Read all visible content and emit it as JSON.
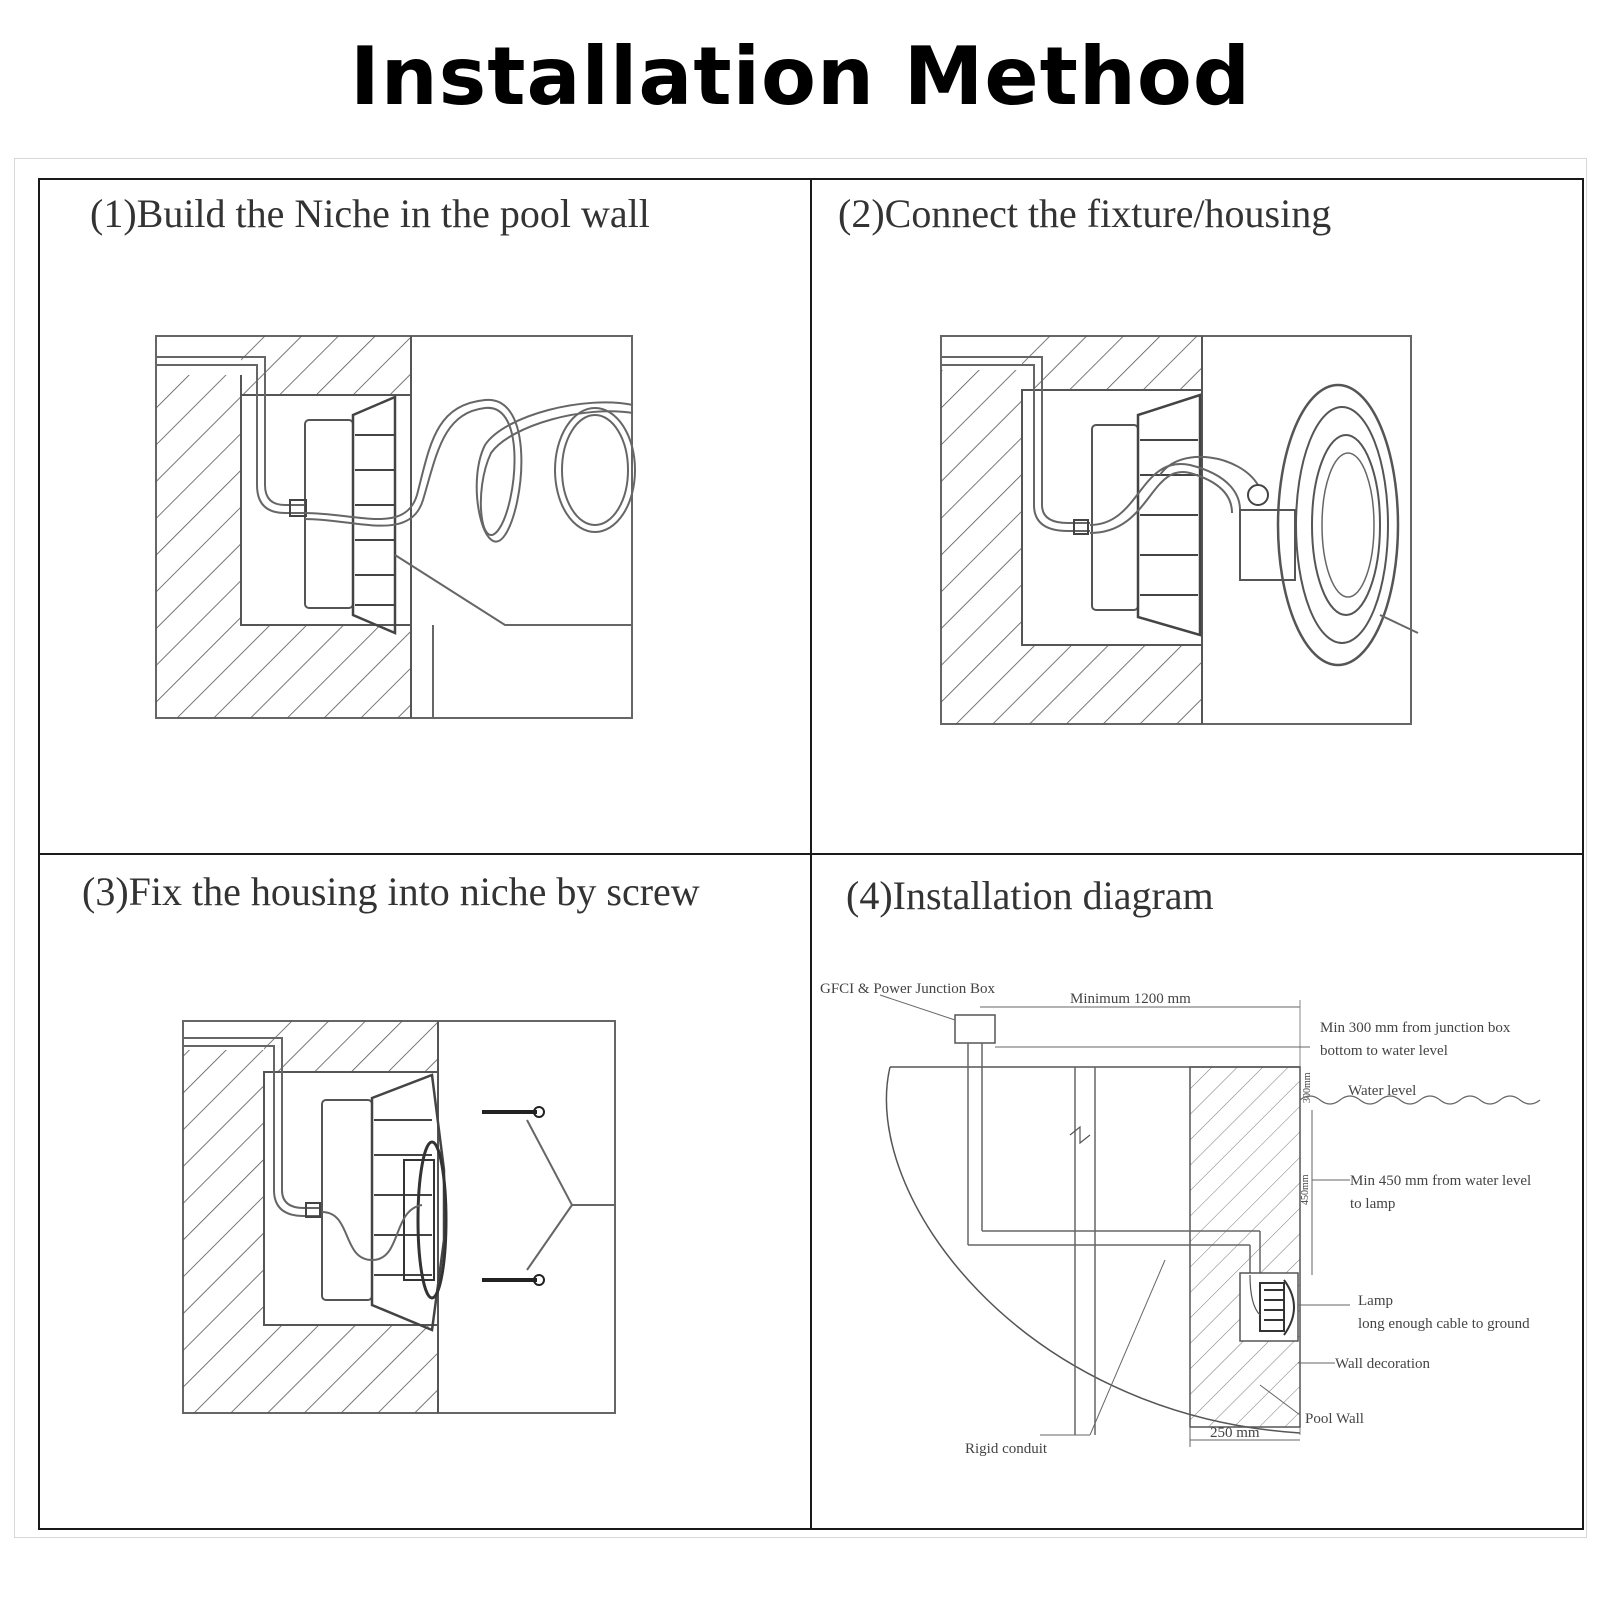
{
  "title": "Installation Method",
  "panels": [
    {
      "title": "(1)Build the Niche in the pool wall"
    },
    {
      "title": "(2)Connect the fixture/housing"
    },
    {
      "title": "(3)Fix the housing into niche by screw"
    },
    {
      "title": "(4)Installation diagram"
    }
  ],
  "diagram4": {
    "junction_box": "GFCI & Power Junction Box",
    "min_distance": "Minimum 1200 mm",
    "min300_line1": "Min 300 mm from junction box",
    "min300_line2": "bottom to water level",
    "dim300": "300mm",
    "water_level": "Water level",
    "dim450": "450mm",
    "min450_line1": "Min 450 mm from water level",
    "min450_line2": "to lamp",
    "lamp": "Lamp",
    "cable": "long enough cable to ground",
    "wall_decoration": "Wall decoration",
    "pool_wall": "Pool Wall",
    "dim250": "250 mm",
    "rigid_conduit": "Rigid conduit"
  }
}
